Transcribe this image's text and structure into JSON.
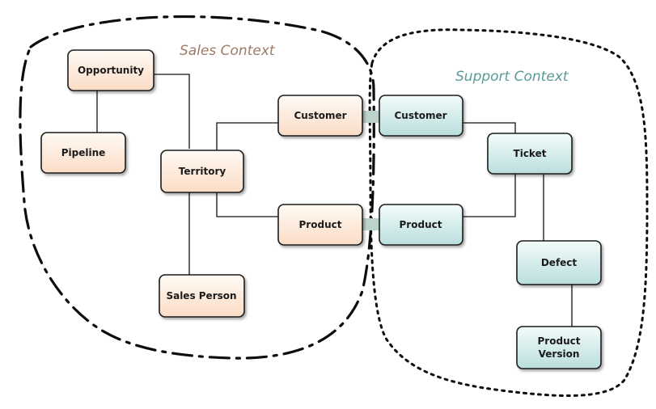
{
  "contexts": {
    "sales": {
      "title": "Sales Context",
      "title_color": "#9c7a65"
    },
    "support": {
      "title": "Support Context",
      "title_color": "#5a9a98"
    }
  },
  "palette": {
    "sales_fill_top": "#fffaf4",
    "sales_fill_bottom": "#fbdcc6",
    "support_fill_top": "#f2fbfa",
    "support_fill_bottom": "#b9dedd",
    "bridge": "#bcd3cc"
  },
  "nodes": {
    "opportunity": "Opportunity",
    "pipeline": "Pipeline",
    "territory": "Territory",
    "sales_person": "Sales Person",
    "sales_customer": "Customer",
    "sales_product": "Product",
    "support_customer": "Customer",
    "support_product": "Product",
    "ticket": "Ticket",
    "defect": "Defect",
    "product_version": [
      "Product",
      "Version"
    ]
  }
}
